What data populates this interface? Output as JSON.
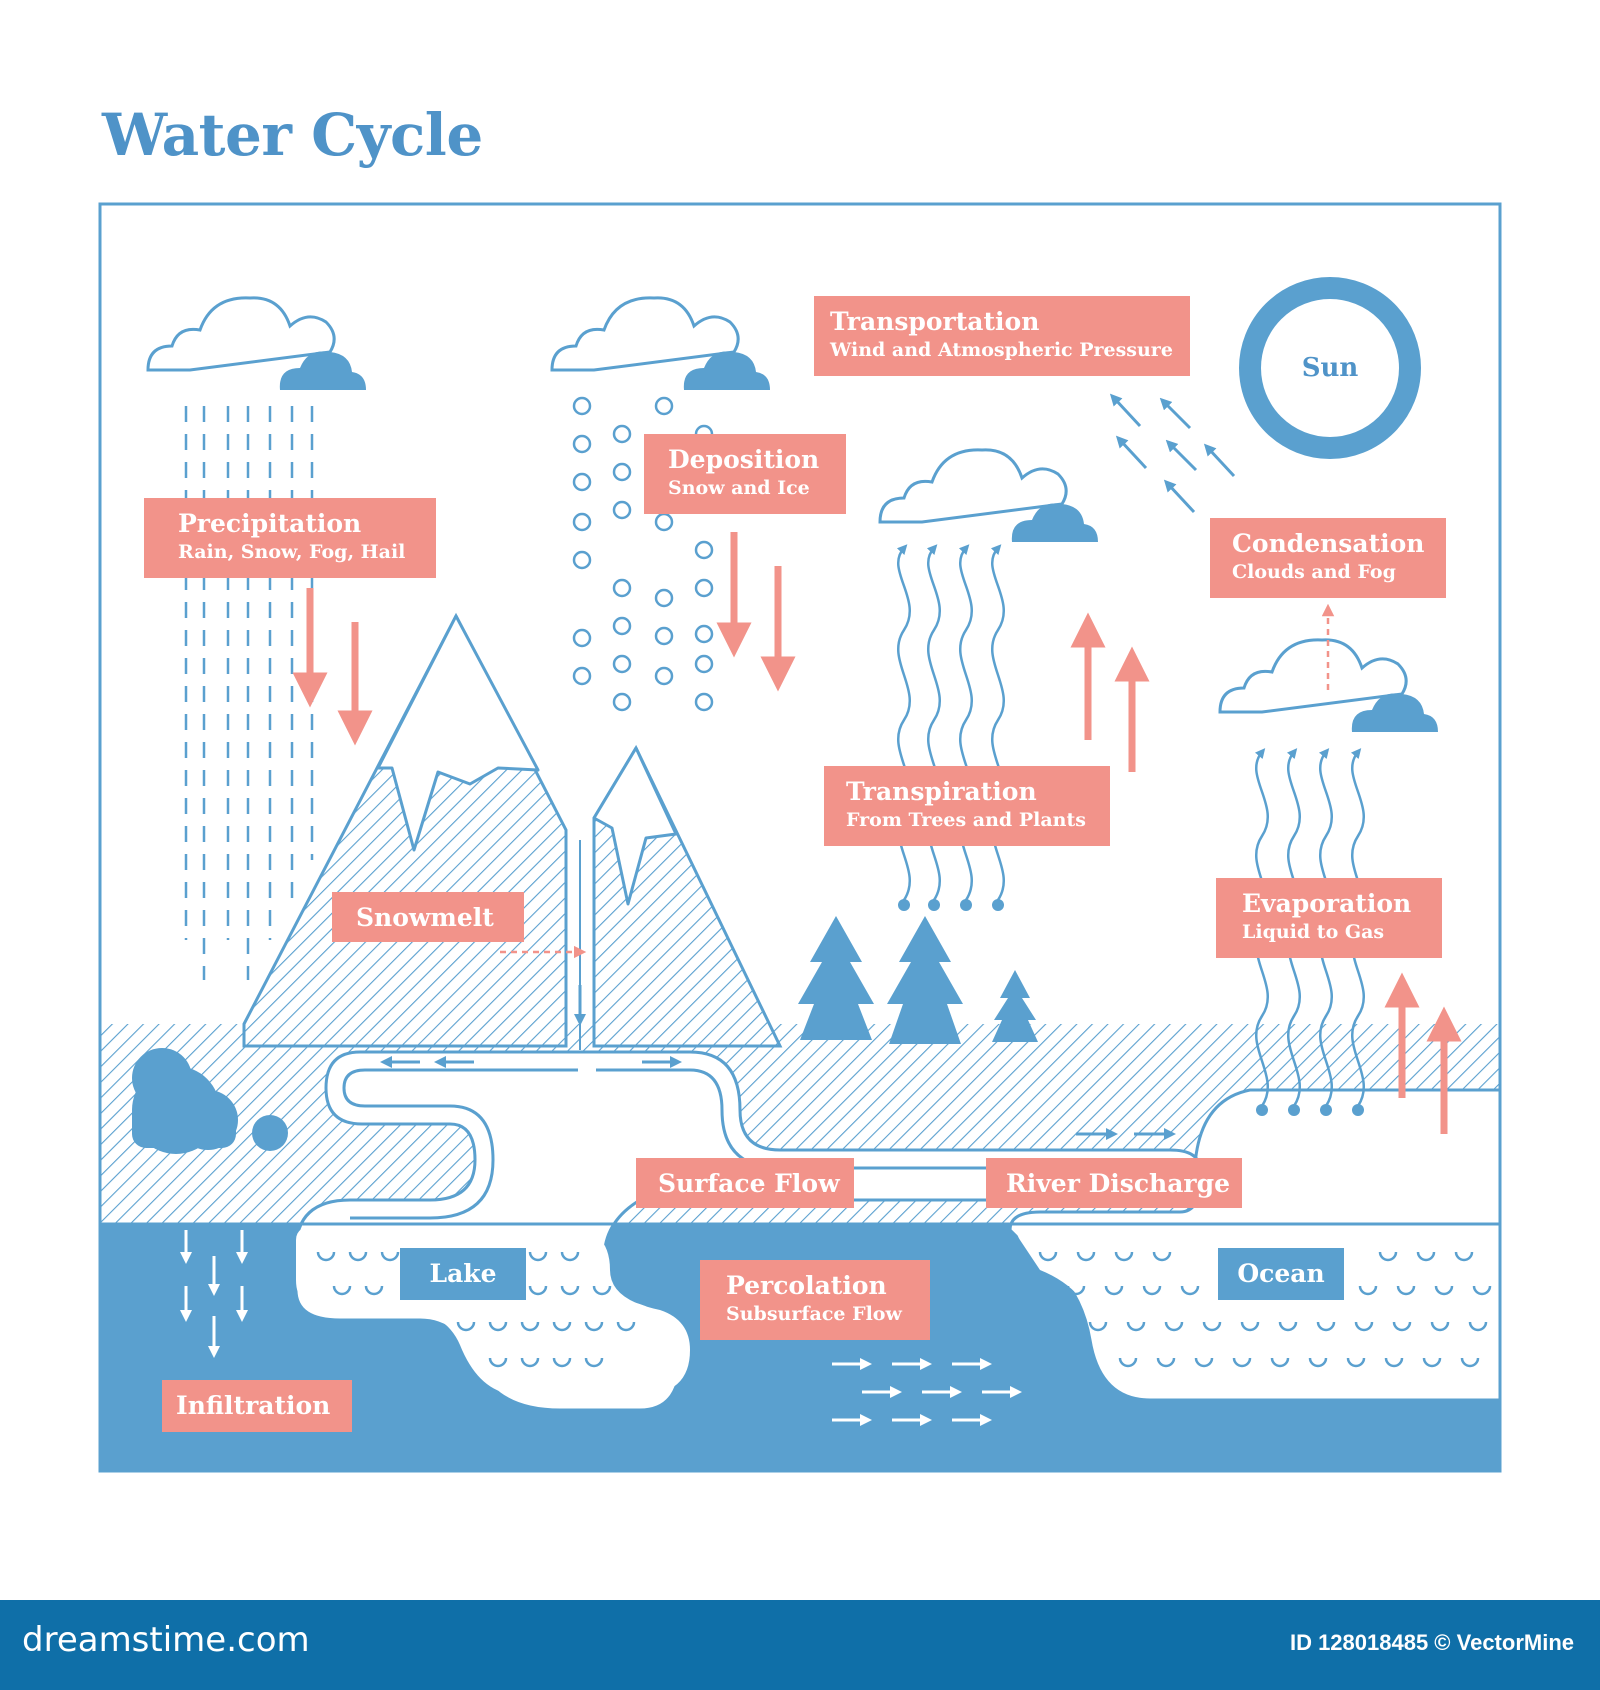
{
  "title": "Water Cycle",
  "labels": {
    "transportation": {
      "title": "Transportation",
      "subtitle": "Wind and Atmospheric Pressure"
    },
    "sun": "Sun",
    "deposition": {
      "title": "Deposition",
      "subtitle": "Snow and Ice"
    },
    "precipitation": {
      "title": "Precipitation",
      "subtitle": "Rain, Snow, Fog, Hail"
    },
    "condensation": {
      "title": "Condensation",
      "subtitle": "Clouds and Fog"
    },
    "transpiration": {
      "title": "Transpiration",
      "subtitle": "From Trees and Plants"
    },
    "evaporation": {
      "title": "Evaporation",
      "subtitle": "Liquid to Gas"
    },
    "snowmelt": "Snowmelt",
    "surface_flow": "Surface Flow",
    "river_discharge": "River Discharge",
    "lake": "Lake",
    "ocean": "Ocean",
    "percolation": {
      "title": "Percolation",
      "subtitle": "Subsurface Flow"
    },
    "infiltration": "Infiltration"
  },
  "footer": {
    "site": "dreamstime.com",
    "id_text": "ID 128018485 © VectorMine"
  },
  "colors": {
    "blue": "#5aa0cf",
    "title_blue": "#4f93c8",
    "salmon": "#f2938a",
    "footer": "#0f6fa8"
  }
}
